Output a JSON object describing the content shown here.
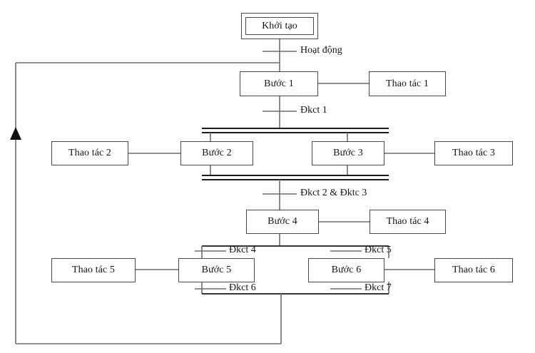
{
  "diagram": {
    "title": "Grafcet sequential function chart",
    "colors": {
      "wire": "#6d6d6d",
      "bar": "#1a1a1a",
      "box_border": "#4a4a4a",
      "text": "#151515",
      "background": "#ffffff"
    },
    "steps": [
      {
        "id": "init",
        "label": "Khởi tạo",
        "style": "double"
      },
      {
        "id": "step1",
        "label": "Bước 1",
        "style": "single"
      },
      {
        "id": "step2",
        "label": "Bước 2",
        "style": "single"
      },
      {
        "id": "step3",
        "label": "Bước 3",
        "style": "single"
      },
      {
        "id": "step4",
        "label": "Bước 4",
        "style": "single"
      },
      {
        "id": "step5",
        "label": "Bước 5",
        "style": "single"
      },
      {
        "id": "step6",
        "label": "Bước 6",
        "style": "single"
      }
    ],
    "actions": [
      {
        "id": "action1",
        "label": "Thao tác 1"
      },
      {
        "id": "action2",
        "label": "Thao tác 2"
      },
      {
        "id": "action3",
        "label": "Thao tác 3"
      },
      {
        "id": "action4",
        "label": "Thao tác 4"
      },
      {
        "id": "action5",
        "label": "Thao tác 5"
      },
      {
        "id": "action6",
        "label": "Thao tác 6"
      }
    ],
    "transitions": [
      {
        "id": "t_start",
        "label": "Hoạt động"
      },
      {
        "id": "t1",
        "label": "Đkct 1"
      },
      {
        "id": "t23",
        "label": "Đkct 2 & Đktc 3"
      },
      {
        "id": "t4",
        "label": "Đkct 4"
      },
      {
        "id": "t5",
        "label": "Đkct 5"
      },
      {
        "id": "t6",
        "label": "Đkct 6"
      },
      {
        "id": "t7",
        "label": "Đkct 7"
      }
    ]
  }
}
